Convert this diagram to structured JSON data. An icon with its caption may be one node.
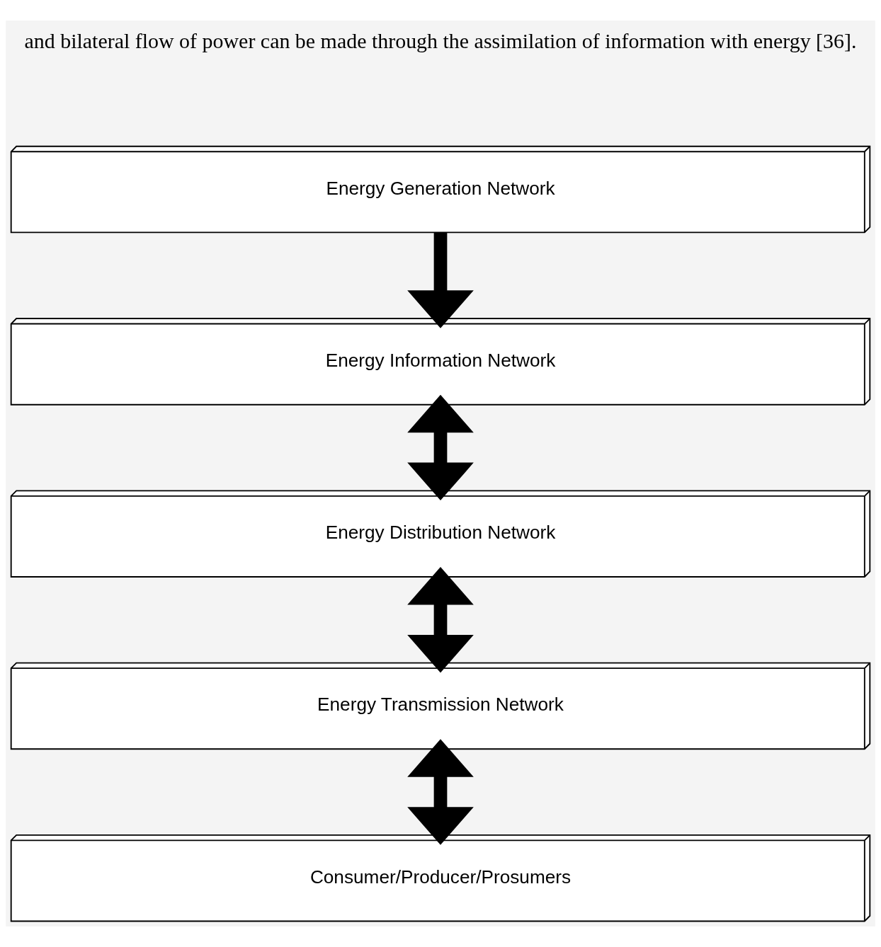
{
  "diagram": {
    "nodes": [
      {
        "text": [
          "Energy Generation Network"
        ]
      },
      {
        "text": [
          "Energy Information Network"
        ]
      },
      {
        "text": [
          "Energy Distribution Network"
        ]
      },
      {
        "text": [
          "Energy Transmission Network"
        ]
      },
      {
        "text": [
          "Consumer/Producer/Prosumers"
        ]
      }
    ],
    "edges": [
      {
        "from": 0,
        "to": 1,
        "arrow": "to"
      },
      {
        "from": 1,
        "to": 2,
        "arrow": "both"
      },
      {
        "from": 2,
        "to": 3,
        "arrow": "both"
      },
      {
        "from": 3,
        "to": 4,
        "arrow": "both"
      }
    ],
    "labels": [
      "and bilateral flow of power can be made through the assimilation of information with energy [36]."
    ]
  }
}
